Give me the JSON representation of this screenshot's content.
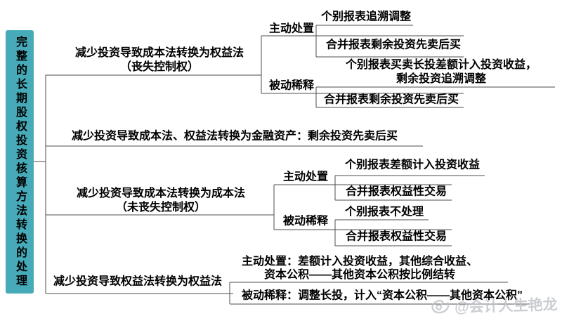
{
  "root": {
    "text": "完整的长期股权投资核算方法转换的处理"
  },
  "branch1": {
    "title": "减少投资导致成本法转换为权益法\n（丧失控制权）",
    "active": {
      "label": "主动处置",
      "children": [
        "个别报表追溯调整",
        "合并报表剩余投资先卖后买"
      ]
    },
    "passive": {
      "label": "被动稀释",
      "children": [
        "个别报表买卖长投差额计入投资收益，\n剩余投资追溯调整",
        "合并报表剩余投资先卖后买"
      ]
    }
  },
  "branch2": {
    "title": "减少投资导致成本法、权益法转换为金融资产：剩余投资先卖后买"
  },
  "branch3": {
    "title": "减少投资导致成本法转换为成本法\n（未丧失控制权）",
    "active": {
      "label": "主动处置",
      "children": [
        "个别报表差额计入投资收益",
        "合并报表权益性交易"
      ]
    },
    "passive": {
      "label": "被动稀释",
      "children": [
        "个别报表不处理",
        "合并报表权益性交易"
      ]
    }
  },
  "branch4": {
    "title": "减少投资导致权益法转换为权益法",
    "active": "主动处置：差额计入投资收益，其他综合收益、\n资本公积——其他资本公积按比例结转",
    "passive": "被动稀释：调整长投，计入“资本公积——其他资本公积”"
  },
  "watermark": {
    "text": "@会计人生艳龙"
  },
  "colors": {
    "root_fill": "#46AAB8",
    "line": "#4D4D4D",
    "watermark": "#BFC3C9"
  }
}
